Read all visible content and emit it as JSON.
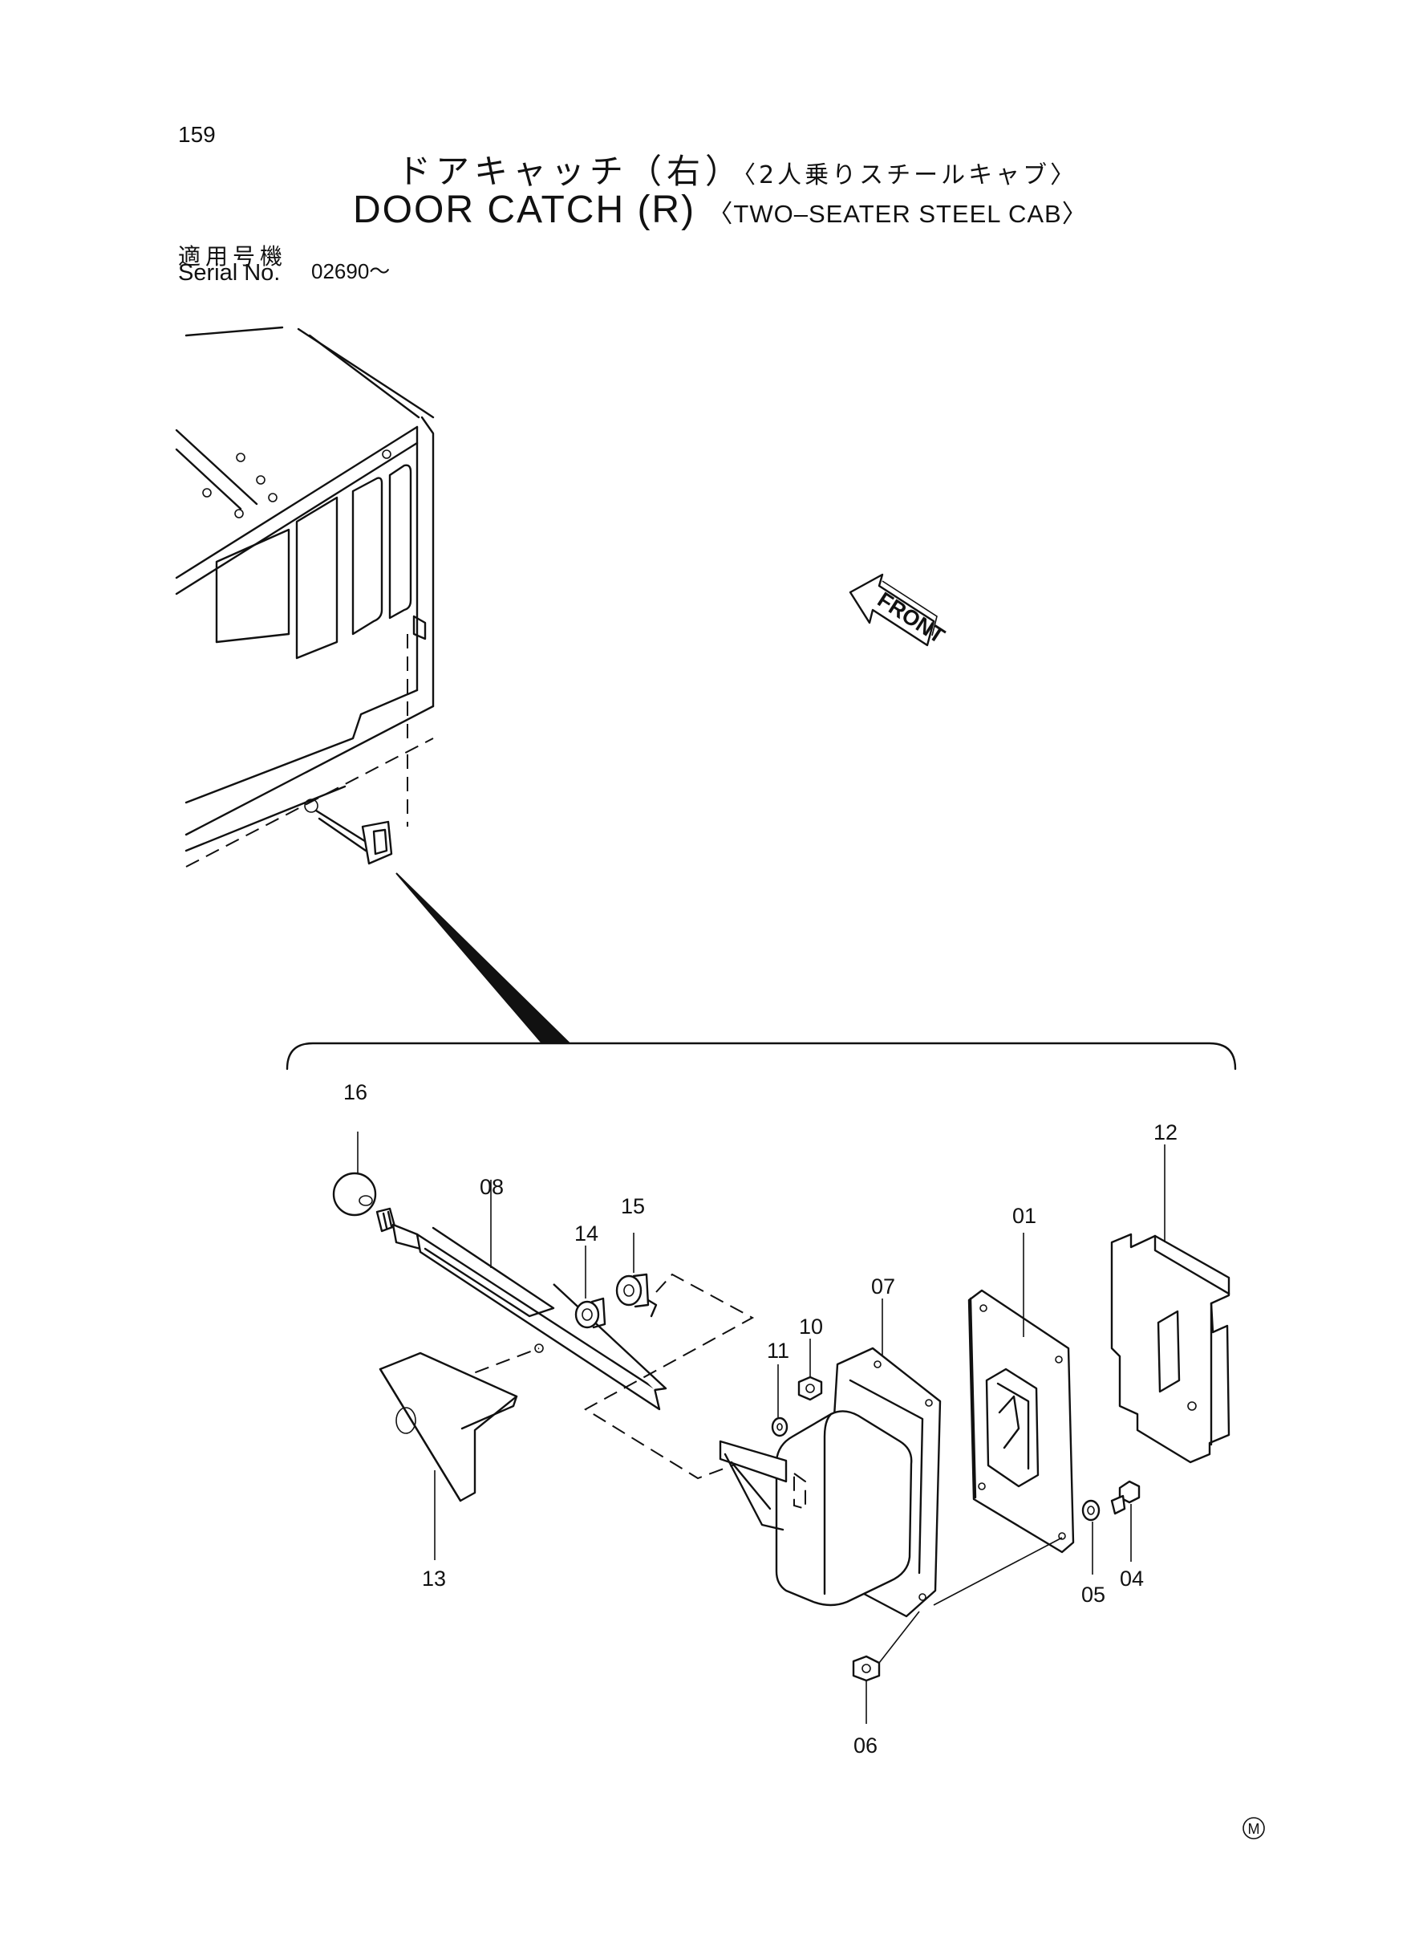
{
  "page": {
    "number": "159"
  },
  "title": {
    "jp_main": "ドアキャッチ（右）",
    "jp_sub": "〈2人乗りスチールキャブ〉",
    "en_main": "DOOR CATCH (R)",
    "en_sub": "〈TWO–SEATER STEEL CAB〉"
  },
  "serial": {
    "label_jp": "適用号機",
    "label_en": "Serial No.",
    "value": "02690～"
  },
  "direction_label": "FRONT",
  "callouts": {
    "p01": "01",
    "p04": "04",
    "p05": "05",
    "p06": "06",
    "p07": "07",
    "p08": "08",
    "p10": "10",
    "p11": "11",
    "p12": "12",
    "p13": "13",
    "p14": "14",
    "p15": "15",
    "p16": "16"
  },
  "mark": "M"
}
